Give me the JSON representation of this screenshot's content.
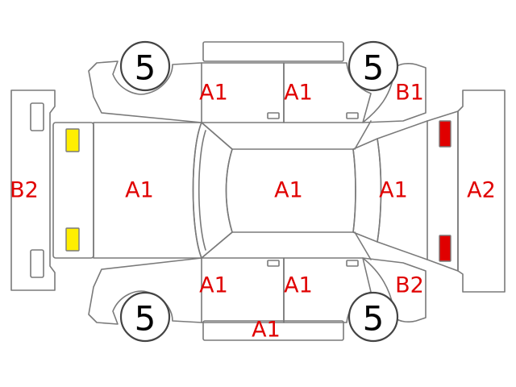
{
  "colors": {
    "line": "#7a7a7a",
    "code_text": "#e00000",
    "tire_text": "#000000",
    "front_lamp": "#ffee00",
    "rear_lamp": "#e00000"
  },
  "tires": {
    "front_top": "5",
    "rear_top": "5",
    "front_bottom": "5",
    "rear_bottom": "5"
  },
  "damage_codes": {
    "front_door_top": "A1",
    "rear_door_top": "A1",
    "rear_fender_top": "B1",
    "front_bumper": "B2",
    "hood": "A1",
    "roof": "A1",
    "rear_glass": "A1",
    "rear_bumper": "A2",
    "front_door_bottom": "A1",
    "rear_door_bottom": "A1",
    "rear_fender_bottom": "B2",
    "rocker_bottom": "A1"
  }
}
